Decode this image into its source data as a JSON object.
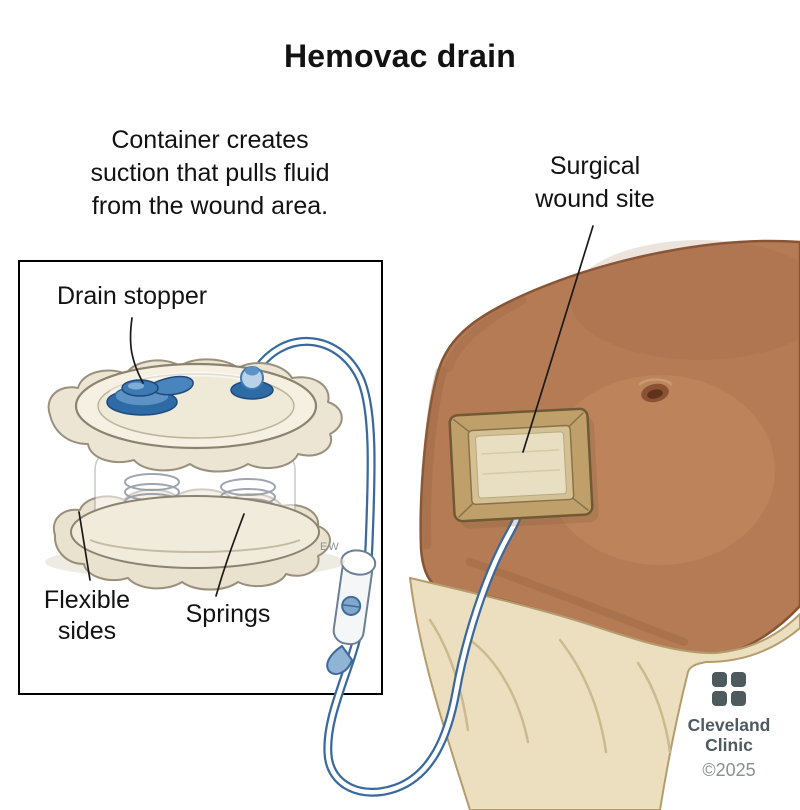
{
  "title": "Hemovac drain",
  "annotations": {
    "container_note_lines": [
      "Container creates",
      "suction that pulls fluid",
      "from the wound area."
    ],
    "wound_site_lines": [
      "Surgical",
      "wound site"
    ],
    "drain_stopper": "Drain stopper",
    "flexible_sides_lines": [
      "Flexible",
      "sides"
    ],
    "springs": "Springs",
    "artist_signature": "EW"
  },
  "footer": {
    "brand_line1": "Cleveland",
    "brand_line2": "Clinic",
    "copyright": "©2025"
  },
  "colors": {
    "tube_blue": "#39699e",
    "stopper_blue": "#2e6aa6",
    "skin": "#b57b55",
    "skin_outline": "#875434",
    "clothing": "#ecdfbf",
    "dressing_tape": "#bfa06b",
    "container_cream": "#f3eede",
    "brand_gray": "#4e5a5e",
    "leader_line": "#1a1a1a"
  }
}
